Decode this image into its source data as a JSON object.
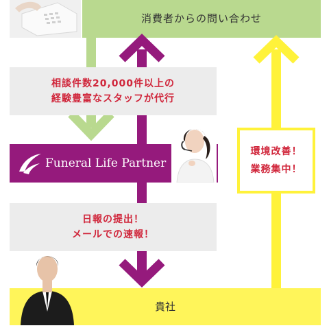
{
  "consumer": {
    "label": "消費者からの問い合わせ"
  },
  "support": {
    "lines": [
      "相談件数20,000件以上の",
      "経験豊富なスタッフが代行"
    ]
  },
  "brand": {
    "name": "Funeral Life Partner"
  },
  "report": {
    "lines": [
      "日報の提出！",
      "メールでの速報！"
    ]
  },
  "improvement": {
    "lines": [
      "環境改善！",
      "業務集中！"
    ]
  },
  "client": {
    "label": "貴社"
  },
  "colors": {
    "green": "#b9d98f",
    "purple": "#951a7c",
    "yellow": "#fff23a",
    "red_text": "#d0253a",
    "grey": "#ececec"
  },
  "icons": [
    "telephone-photo",
    "operator-headset-photo",
    "staff-person-photo",
    "brand-swoosh-logo"
  ]
}
